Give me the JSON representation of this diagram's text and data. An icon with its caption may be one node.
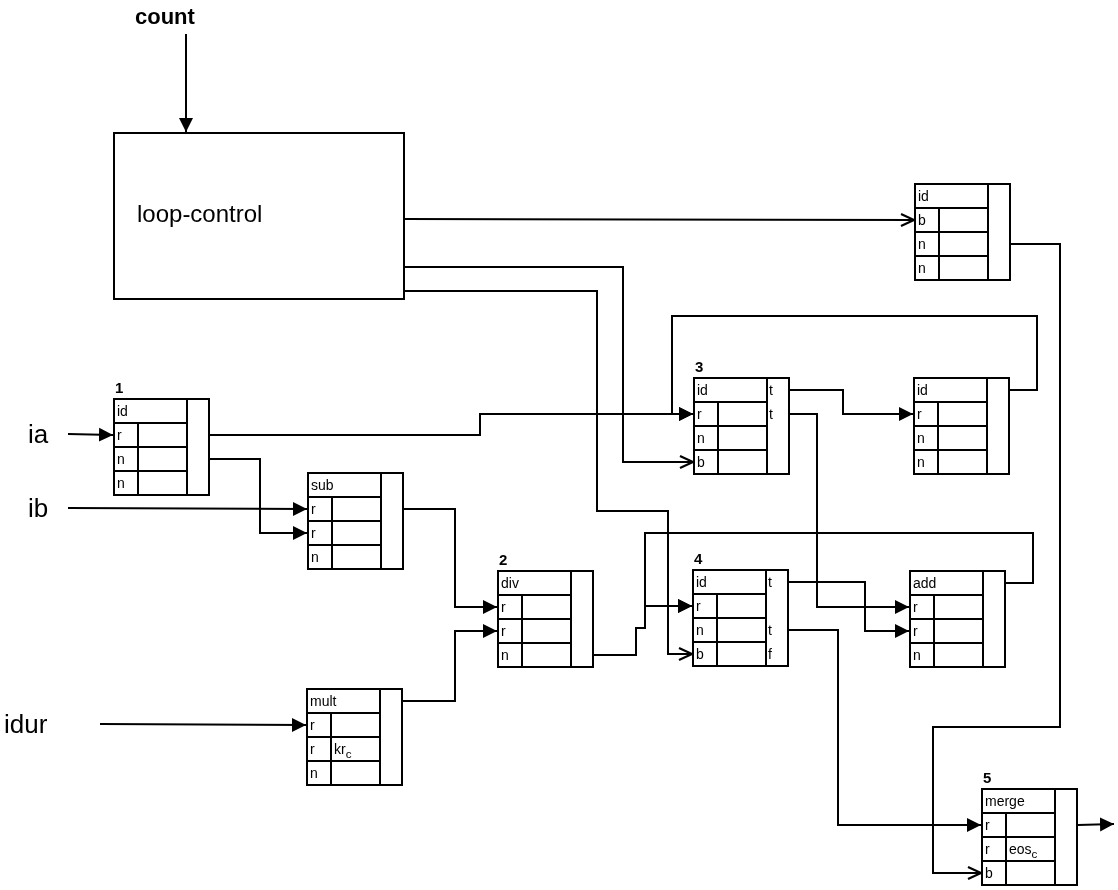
{
  "diagram": {
    "nodes": [
      {
        "text": [
          "count"
        ]
      },
      {
        "text": [
          "loop-control"
        ]
      },
      {
        "text": [
          "id",
          "b",
          "n",
          "n"
        ]
      },
      {
        "text": [
          "id",
          "r",
          "n",
          "n"
        ],
        "beside": [
          "1"
        ]
      },
      {
        "text": [
          "ia"
        ]
      },
      {
        "text": [
          "ib"
        ]
      },
      {
        "text": [
          "idur"
        ]
      },
      {
        "text": [
          "id",
          "t",
          "r",
          "t",
          "n",
          "b"
        ],
        "beside": [
          "3"
        ]
      },
      {
        "text": [
          "id",
          "r",
          "n",
          "n"
        ]
      },
      {
        "text": [
          "sub",
          "r",
          "r",
          "n"
        ]
      },
      {
        "text": [
          "div",
          "r",
          "r",
          "n"
        ],
        "beside": [
          "2"
        ]
      },
      {
        "text": [
          "mult",
          "r",
          "r",
          "kr$_{c}$",
          "n"
        ]
      },
      {
        "text": [
          "id",
          "t",
          "r",
          "n",
          "t",
          "b",
          "f"
        ],
        "beside": [
          "4"
        ]
      },
      {
        "text": [
          "add",
          "r",
          "r",
          "n"
        ]
      },
      {
        "text": [
          "merge",
          "r",
          "r",
          "eos$_{c}$",
          "b"
        ],
        "beside": [
          "5"
        ]
      }
    ],
    "edges": [
      {
        "from": 0,
        "to": 1,
        "arrow": "to"
      },
      {
        "from": 1,
        "to": 2,
        "arrow": "to"
      },
      {
        "from": 1,
        "to": 7,
        "arrow": "to"
      },
      {
        "from": 1,
        "to": 12,
        "arrow": "to"
      },
      {
        "from": 4,
        "to": 3,
        "arrow": "to"
      },
      {
        "from": 3,
        "to": 7,
        "arrow": "to"
      },
      {
        "from": 8,
        "to": 7,
        "arrow": "to"
      },
      {
        "from": 3,
        "to": 9,
        "arrow": "to"
      },
      {
        "from": 5,
        "to": 9,
        "arrow": "to"
      },
      {
        "from": 9,
        "to": 10,
        "arrow": "to"
      },
      {
        "from": 6,
        "to": 11,
        "arrow": "to"
      },
      {
        "from": 11,
        "to": 10,
        "arrow": "to"
      },
      {
        "from": 10,
        "to": 12,
        "arrow": "to"
      },
      {
        "from": 13,
        "to": 12,
        "arrow": "to"
      },
      {
        "from": 7,
        "to": 8,
        "arrow": "to"
      },
      {
        "from": 7,
        "to": 13,
        "arrow": "to"
      },
      {
        "from": 12,
        "to": 13,
        "arrow": "to"
      },
      {
        "from": 12,
        "to": 14,
        "arrow": "to"
      },
      {
        "from": 2,
        "to": 14,
        "arrow": "to"
      },
      {
        "from": 14,
        "to": null,
        "arrow": "to"
      }
    ]
  }
}
